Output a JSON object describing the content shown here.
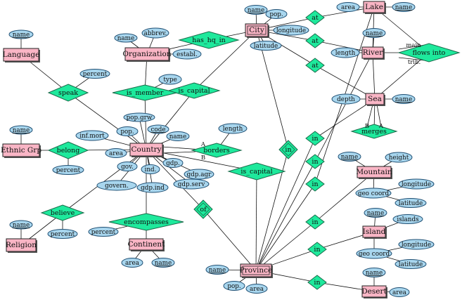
{
  "entities": {
    "language": "Language",
    "organization": "Organization",
    "city": "City",
    "lake": "Lake",
    "river": "River",
    "sea": "Sea",
    "ethnic_grp": "Ethnic Grp",
    "country": "Country",
    "religion": "Religion",
    "mountain": "Mountain",
    "island": "Island",
    "continent": "Continent",
    "province": "Province",
    "desert": "Desert"
  },
  "relationships": {
    "speak": "speak",
    "has_hq_in": "has_hq_in",
    "is_member": "is_member",
    "is_capital_top": "is_capital",
    "at_lake": "at",
    "at_river": "at",
    "at_sea": "at",
    "flows_into": "flows into",
    "merges": "merges",
    "belong": "belong",
    "borders": "borders",
    "believe": "believe",
    "encompasses": "encompasses",
    "of": "of",
    "is_capital_bottom": "is_capital",
    "in_city": "in",
    "in_sea": "in",
    "in_river": "in",
    "in_lake": "in",
    "in_mountain": "in",
    "in_island": "in",
    "in_bottom": "in",
    "in_desert": "in"
  },
  "attributes": {
    "language_name": "name",
    "org_name": "name",
    "org_abbrev": "abbrev.",
    "org_establ": "establ.",
    "city_name": "name",
    "city_pop": "pop.",
    "city_longitude": "longitude",
    "city_latitude": "latitude",
    "lake_area": "area",
    "lake_name": "name",
    "river_name": "name",
    "river_length": "length",
    "sea_depth": "depth",
    "sea_name": "name",
    "speak_percent": "percent",
    "member_type": "type",
    "ethnic_name": "name",
    "belong_percent": "percent",
    "country_pop_grw": "pop.grw",
    "country_inf_mort": "inf.mort",
    "country_pop": "pop.",
    "country_code": "code",
    "country_name": "name",
    "country_area": "area",
    "country_gov": "gov.",
    "country_ind": "ind.",
    "country_gdp": "gdp.",
    "country_gdp_agr": "gdp.agr",
    "country_govern": "govern.",
    "country_gdp_ind": "gdp.ind",
    "country_gdp_serv": "gdp.serv",
    "borders_length": "length",
    "religion_name": "name",
    "believe_percent": "percent",
    "mountain_name": "name",
    "mountain_height": "height",
    "mountain_geo_coord": "geo coord",
    "mountain_longitude": "longitude",
    "mountain_latitude": "latitude",
    "island_name": "name",
    "island_islands": "islands",
    "island_geo_coord": "geo coord",
    "island_longitude": "longitude",
    "island_latitude": "latitude",
    "enc_percent": "percent",
    "continent_area": "area",
    "continent_name": "name",
    "province_name": "name",
    "province_pop": "pop.",
    "province_area": "area",
    "desert_name": "name",
    "desert_area": "area"
  },
  "notes": {
    "main": "main",
    "trib": "trib.",
    "borders_a": "A",
    "borders_b": "B",
    "merges_b": "B",
    "merges_a": "A"
  }
}
